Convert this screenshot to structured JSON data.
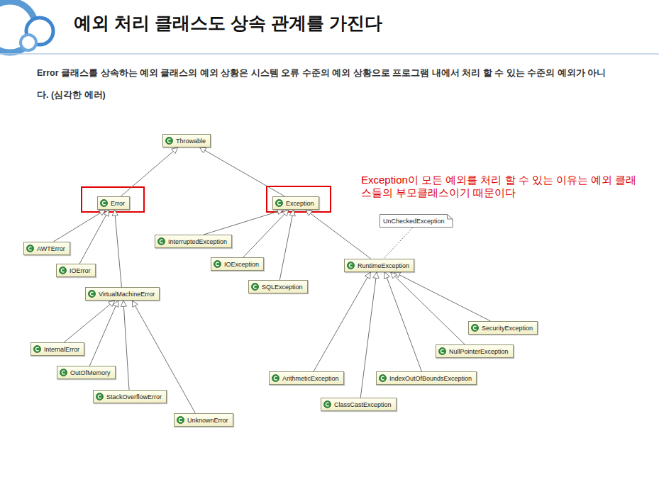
{
  "diagram": {
    "title": "예외 처리 클래스도 상속 관계를 가진다",
    "nodes": [
      {
        "text": [
          "Throwable"
        ]
      },
      {
        "text": [
          "Error"
        ]
      },
      {
        "text": [
          "Exception"
        ]
      },
      {
        "text": [
          "UnCheckedException"
        ]
      },
      {
        "text": [
          "AWTError"
        ]
      },
      {
        "text": [
          "InterruptedException"
        ]
      },
      {
        "text": [
          "IOError"
        ]
      },
      {
        "text": [
          "IOException"
        ]
      },
      {
        "text": [
          "RuntimeException"
        ]
      },
      {
        "text": [
          "SQLException"
        ]
      },
      {
        "text": [
          "VirtualMachineError"
        ]
      },
      {
        "text": [
          "SecurityException"
        ]
      },
      {
        "text": [
          "InternalError"
        ]
      },
      {
        "text": [
          "NullPointerException"
        ]
      },
      {
        "text": [
          "OutOfMemory"
        ]
      },
      {
        "text": [
          "ArithmeticException"
        ]
      },
      {
        "text": [
          "IndexOutOfBoundsException"
        ]
      },
      {
        "text": [
          "StackOverflowError"
        ]
      },
      {
        "text": [
          "ClassCastException"
        ]
      },
      {
        "text": [
          "UnknownError"
        ]
      }
    ],
    "edges": [
      {
        "from": 1,
        "to": 0,
        "arrow": "to"
      },
      {
        "from": 2,
        "to": 0,
        "arrow": "to"
      },
      {
        "from": 4,
        "to": 1,
        "arrow": "to"
      },
      {
        "from": 6,
        "to": 1,
        "arrow": "to"
      },
      {
        "from": 10,
        "to": 1,
        "arrow": "to"
      },
      {
        "from": 5,
        "to": 2,
        "arrow": "to"
      },
      {
        "from": 7,
        "to": 2,
        "arrow": "to"
      },
      {
        "from": 9,
        "to": 2,
        "arrow": "to"
      },
      {
        "from": 8,
        "to": 2,
        "arrow": "to"
      },
      {
        "from": 3,
        "to": 8,
        "arrow": "none"
      },
      {
        "from": 12,
        "to": 10,
        "arrow": "to"
      },
      {
        "from": 14,
        "to": 10,
        "arrow": "to"
      },
      {
        "from": 17,
        "to": 10,
        "arrow": "to"
      },
      {
        "from": 19,
        "to": 10,
        "arrow": "to"
      },
      {
        "from": 11,
        "to": 8,
        "arrow": "to"
      },
      {
        "from": 13,
        "to": 8,
        "arrow": "to"
      },
      {
        "from": 15,
        "to": 8,
        "arrow": "to"
      },
      {
        "from": 16,
        "to": 8,
        "arrow": "to"
      },
      {
        "from": 18,
        "to": 8,
        "arrow": "to"
      }
    ],
    "labels": [
      "Error 클래스를 상속하는 예외 클래스의 예외 상황은 시스템 오류 수준의 예외 상황으로 프로그램 내에서 처리 할 수 있는 수준의 예외가 아니다. (심각한 에러)",
      "Exception이 모든 예외를 처리 할 수 있는 이유는 예외 클래스들의 부모클래스이기 때문이다"
    ]
  }
}
